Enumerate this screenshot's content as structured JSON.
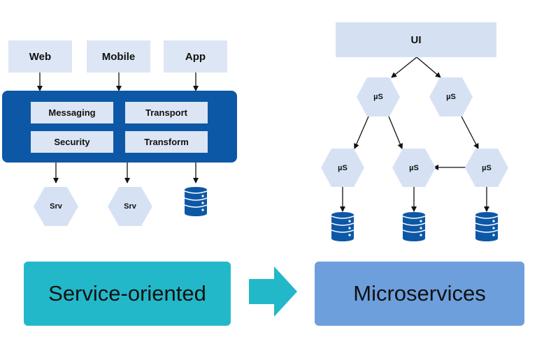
{
  "soa": {
    "clients": [
      "Web",
      "Mobile",
      "App"
    ],
    "modules": [
      "Messaging",
      "Transport",
      "Security",
      "Transform"
    ],
    "services": [
      "Srv",
      "Srv"
    ]
  },
  "micro": {
    "ui_label": "UI",
    "node_label": "µS"
  },
  "captions": {
    "left": "Service-oriented",
    "right": "Microservices"
  },
  "colors": {
    "bus": "#0d58a6",
    "light_box": "#dde6f4",
    "hexagon": "#d6e2f4",
    "database": "#0d58a6",
    "left_caption_bg": "#23b8c9",
    "right_caption_bg": "#6d9fdc",
    "transition_arrow": "#23b8c9"
  }
}
